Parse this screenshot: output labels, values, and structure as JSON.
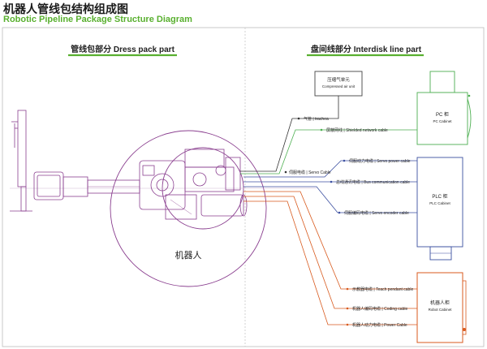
{
  "title_cn": "机器人管线包结构组成图",
  "title_en": "Robotic Pipeline Package Structure Diagram",
  "sections": {
    "left": "管线包部分  Dress pack part",
    "right": "盘间线部分  Interdisk line part"
  },
  "robot_label": "机器人",
  "cabinets": {
    "compressed_air": [
      "压缩气单元",
      "Compressed air unit"
    ],
    "pc": [
      "PC 柜",
      "PC Cabinet"
    ],
    "plc": [
      "PLC 柜",
      "PLC Cabinet"
    ],
    "robot": [
      "机器人柜",
      "Robot Cabinet"
    ]
  },
  "cables": {
    "trachea": "气管 | trachea",
    "shielded": "屏蔽网线 | Shielded network cable",
    "servo_power": "伺服动力电缆 | Servo power cable",
    "servo_cable": "伺服电缆 | Servo Cable",
    "bus": "总线通讯电缆 | Bus communication cable",
    "servo_encoder": "伺服编码电缆 | Servo encoder cable",
    "teach": "示教器电缆 | Teach pendant cable",
    "coding": "机器人编码电缆 | Coding cable",
    "power": "机器人动力电缆 | Power Cable"
  },
  "colors": {
    "accent_green": "#59b02f",
    "robot_purple": "#8a3f8f",
    "pc_green": "#4caf50",
    "plc_blue": "#3b4fa0",
    "robot_orange": "#d85a1e"
  }
}
